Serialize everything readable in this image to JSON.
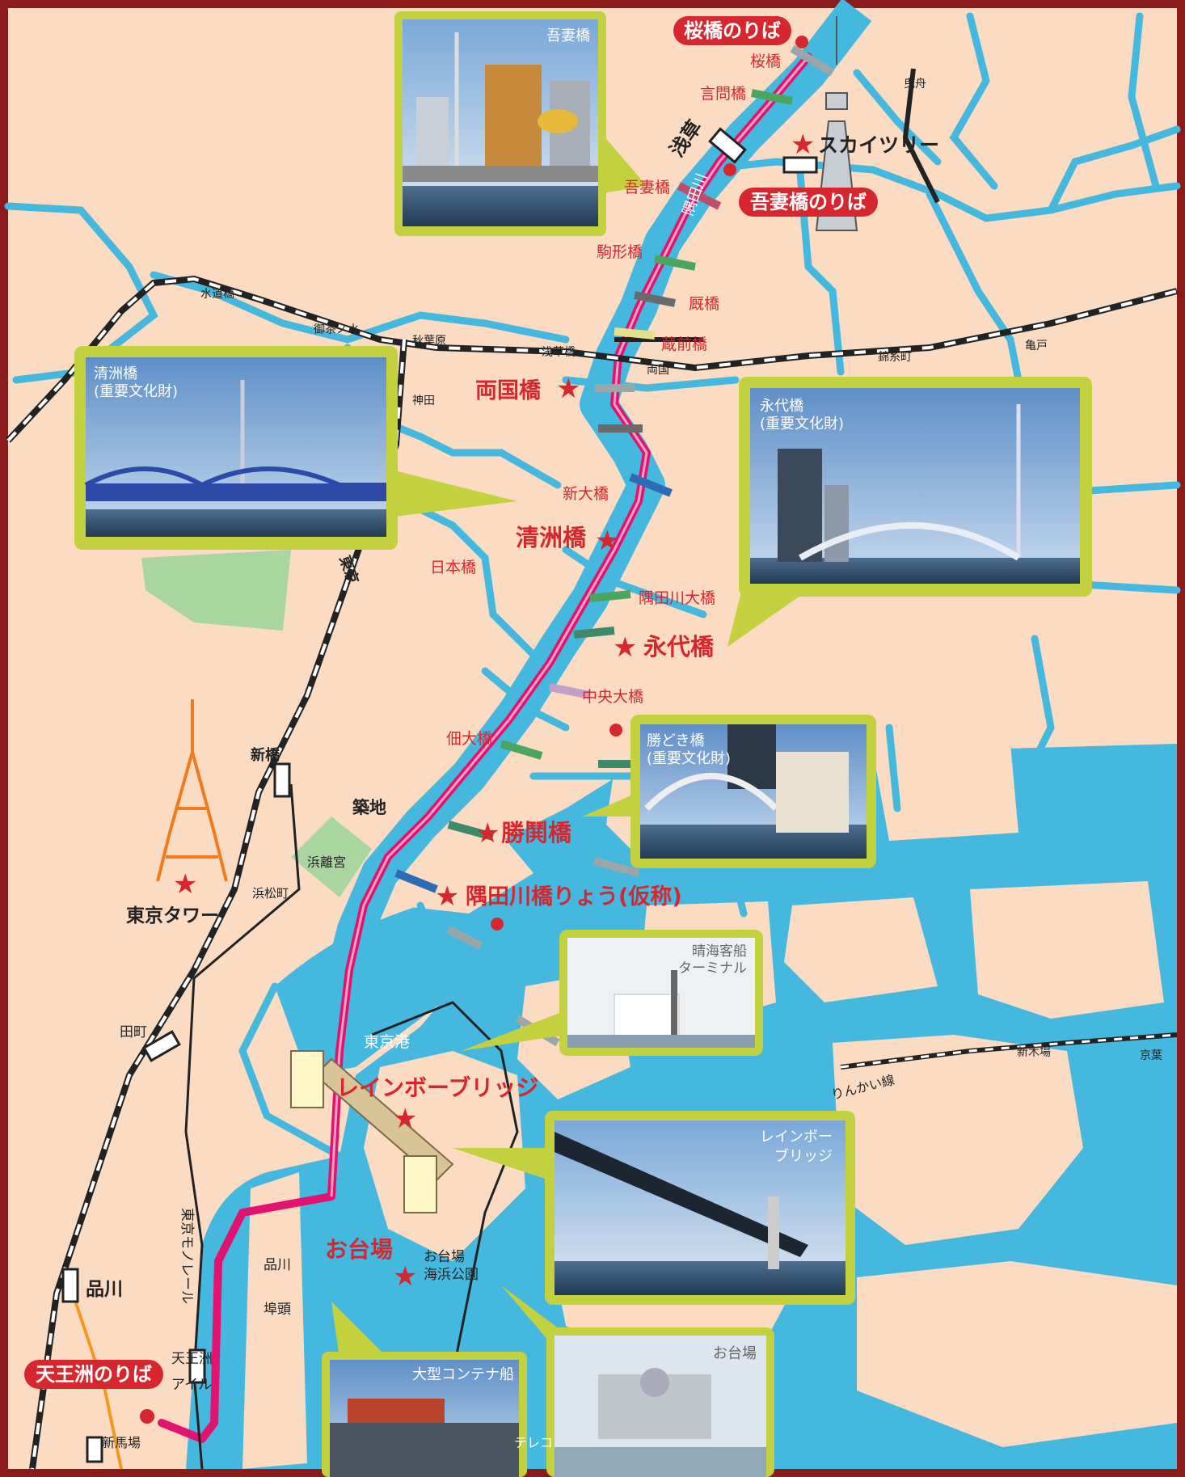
{
  "colors": {
    "land": "#fbdcc2",
    "water": "#45b8e0",
    "route": "#e2136f",
    "frame": "#c3d13e",
    "border": "#8b1a1a",
    "label_red": "#d7272e",
    "rail": "#222222",
    "park": "#a8d5a0"
  },
  "piers": {
    "sakurabashi": "桜橋のりば",
    "azumabashi": "吾妻橋のりば",
    "tennozu": "天王洲のりば"
  },
  "landmarks": {
    "skytree": "スカイツリー",
    "ryogoku": "両国橋",
    "kiyosu": "清洲橋",
    "eitai": "永代橋",
    "kachidoki": "勝鬨橋",
    "sumidagawa_bridge": "隅田川橋りょう(仮称)",
    "rainbow": "レインボーブリッジ",
    "odaiba": "お台場",
    "tokyotower": "東京タワー"
  },
  "bridges": [
    "桜橋",
    "言問橋",
    "吾妻橋",
    "駒形橋",
    "厩橋",
    "蔵前橋",
    "新大橋",
    "日本橋",
    "隅田川大橋",
    "中央大橋",
    "佃大橋"
  ],
  "places": {
    "asakusa": "浅草",
    "tsukiji": "築地",
    "hamarikyu": "浜離宮",
    "tokyoko": "東京港",
    "odaiba_park_1": "お台場",
    "odaiba_park_2": "海浜公園",
    "shinagawa_wharf_1": "品川",
    "shinagawa_wharf_2": "埠頭",
    "shinagawa": "品川",
    "tamachi": "田町",
    "tennozu_isle_1": "天王洲",
    "tennozu_isle_2": "アイル",
    "monorail": "東京モノレール",
    "shinbamba": "新馬場",
    "tele": "テレコ"
  },
  "stations": {
    "suidobashi": "水道橋",
    "ochanomizu": "御茶ノ水",
    "akihabara": "秋葉原",
    "asakusabashi": "浅草橋",
    "ryogoku": "両国",
    "kinshicho": "錦糸町",
    "kameido": "亀戸",
    "kanda": "神田",
    "tokyo": "東京",
    "shinbashi": "新橋",
    "hamamatsucho": "浜松町",
    "hikifune": "曳舟",
    "shinkiba": "新木場",
    "keiyo": "京葉",
    "rinkai": "りんかい線"
  },
  "river_name": "隅田川",
  "photos": {
    "azumabashi": {
      "caption": "吾妻橋"
    },
    "kiyosu": {
      "caption": "清洲橋",
      "sub": "(重要文化財)"
    },
    "eitai": {
      "caption": "永代橋",
      "sub": "(重要文化財)"
    },
    "kachidoki": {
      "caption": "勝どき橋",
      "sub": "(重要文化財)"
    },
    "harumi": {
      "caption1": "晴海客船",
      "caption2": "ターミナル"
    },
    "rainbow": {
      "caption1": "レインボー",
      "caption2": "ブリッジ"
    },
    "container": {
      "caption": "大型コンテナ船"
    },
    "odaiba": {
      "caption": "お台場"
    }
  },
  "icons": [
    "star-icon",
    "pier-dot-icon",
    "skytree-icon",
    "tokyo-tower-icon"
  ]
}
